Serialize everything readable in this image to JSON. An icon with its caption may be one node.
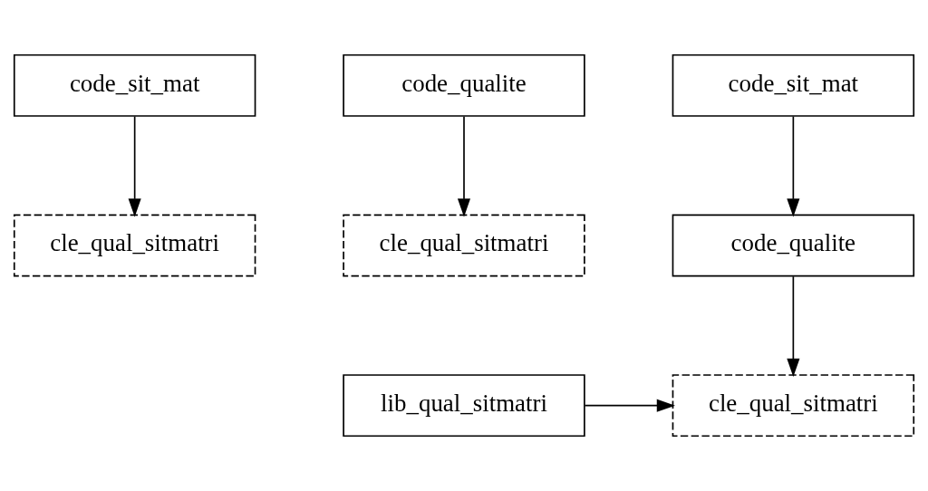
{
  "diagram": {
    "nodes": [
      {
        "text": [
          "code_sit_mat"
        ]
      },
      {
        "text": [
          "code_qualite"
        ]
      },
      {
        "text": [
          "code_sit_mat"
        ]
      },
      {
        "text": [
          "cle_qual_sitmatri"
        ]
      },
      {
        "text": [
          "cle_qual_sitmatri"
        ]
      },
      {
        "text": [
          "code_qualite"
        ]
      },
      {
        "text": [
          "lib_qual_sitmatri"
        ]
      },
      {
        "text": [
          "cle_qual_sitmatri"
        ]
      }
    ],
    "edges": [
      {
        "from": 0,
        "to": 3,
        "arrow": "to"
      },
      {
        "from": 1,
        "to": 4,
        "arrow": "to"
      },
      {
        "from": 2,
        "to": 5,
        "arrow": "to"
      },
      {
        "from": 5,
        "to": 7,
        "arrow": "to"
      },
      {
        "from": 6,
        "to": 7,
        "arrow": "to"
      }
    ]
  }
}
